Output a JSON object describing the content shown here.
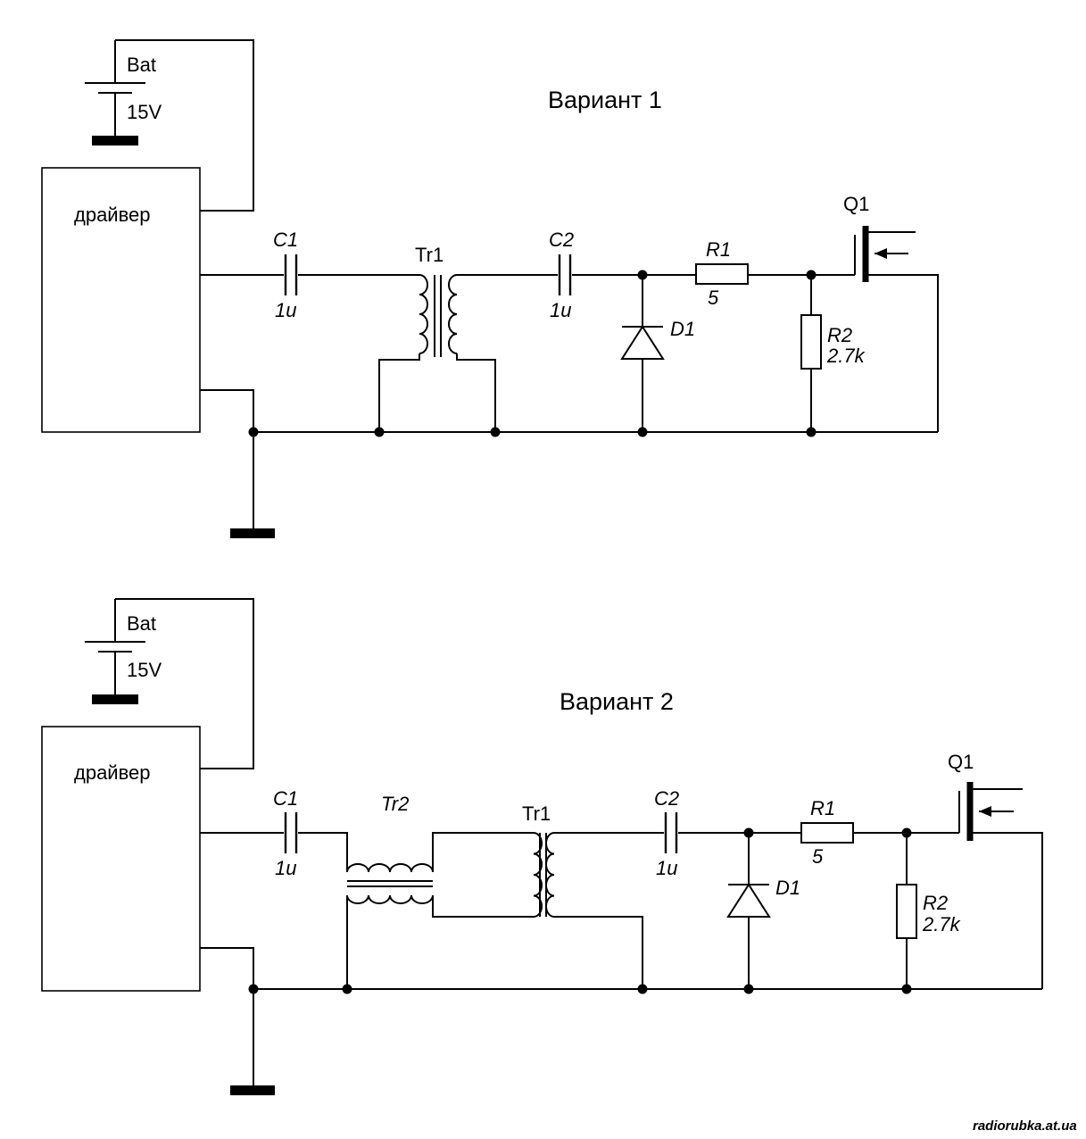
{
  "variant1": {
    "title": "Вариант 1",
    "bat_label": "Bat",
    "bat_voltage": "15V",
    "driver_label": "драйвер",
    "c1_name": "C1",
    "c1_value": "1u",
    "tr1_name": "Tr1",
    "c2_name": "C2",
    "c2_value": "1u",
    "d1_name": "D1",
    "r1_name": "R1",
    "r1_value": "5",
    "r2_name": "R2",
    "r2_value": "2.7k",
    "q1_name": "Q1"
  },
  "variant2": {
    "title": "Вариант 2",
    "bat_label": "Bat",
    "bat_voltage": "15V",
    "driver_label": "драйвер",
    "c1_name": "C1",
    "c1_value": "1u",
    "tr2_name": "Tr2",
    "tr1_name": "Tr1",
    "c2_name": "C2",
    "c2_value": "1u",
    "d1_name": "D1",
    "r1_name": "R1",
    "r1_value": "5",
    "r2_name": "R2",
    "r2_value": "2.7k",
    "q1_name": "Q1"
  },
  "watermark": "radiorubka.at.ua"
}
